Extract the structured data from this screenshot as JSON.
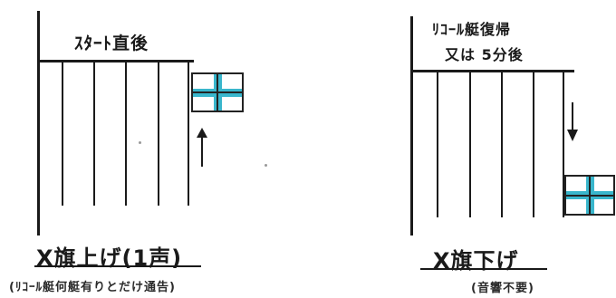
{
  "left_panel": {
    "timing_label": "ｽﾀｰﾄ直後",
    "caption": "X旗上げ(1声)",
    "note": "(ﾘｺｰﾙ艇何艇有りとだけ通告)"
  },
  "right_panel": {
    "timing_label_line1": "ﾘｺｰﾙ艇復帰",
    "timing_label_line2": "又は 5分後",
    "caption": "X旗下げ",
    "note": "(音響不要)"
  },
  "colors": {
    "ink": "#1a1a1a",
    "flag_cross": "#39b6cc",
    "flag_field": "#ffffff"
  },
  "icons": [
    "x-flag-icon",
    "arrow-up-icon",
    "arrow-down-icon"
  ]
}
